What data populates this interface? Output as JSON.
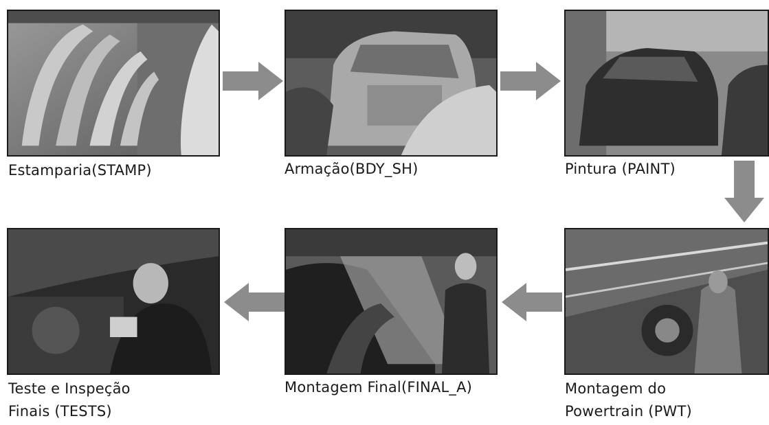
{
  "steps": [
    {
      "id": "stamp",
      "label_line1": "Estamparia(STAMP)",
      "label_line2": ""
    },
    {
      "id": "bdy_sh",
      "label_line1": "Armação(BDY_SH)",
      "label_line2": ""
    },
    {
      "id": "paint",
      "label_line1": "Pintura (PAINT)",
      "label_line2": ""
    },
    {
      "id": "pwt",
      "label_line1": "Montagem do",
      "label_line2": "Powertrain (PWT)"
    },
    {
      "id": "final_a",
      "label_line1": "Montagem Final(FINAL_A)",
      "label_line2": ""
    },
    {
      "id": "tests",
      "label_line1": "Teste e Inspeção",
      "label_line2": "Finais (TESTS)"
    }
  ],
  "colors": {
    "arrow": "#8c8c8c",
    "frame": "#1a1a1a",
    "text": "#1a1a1a"
  }
}
